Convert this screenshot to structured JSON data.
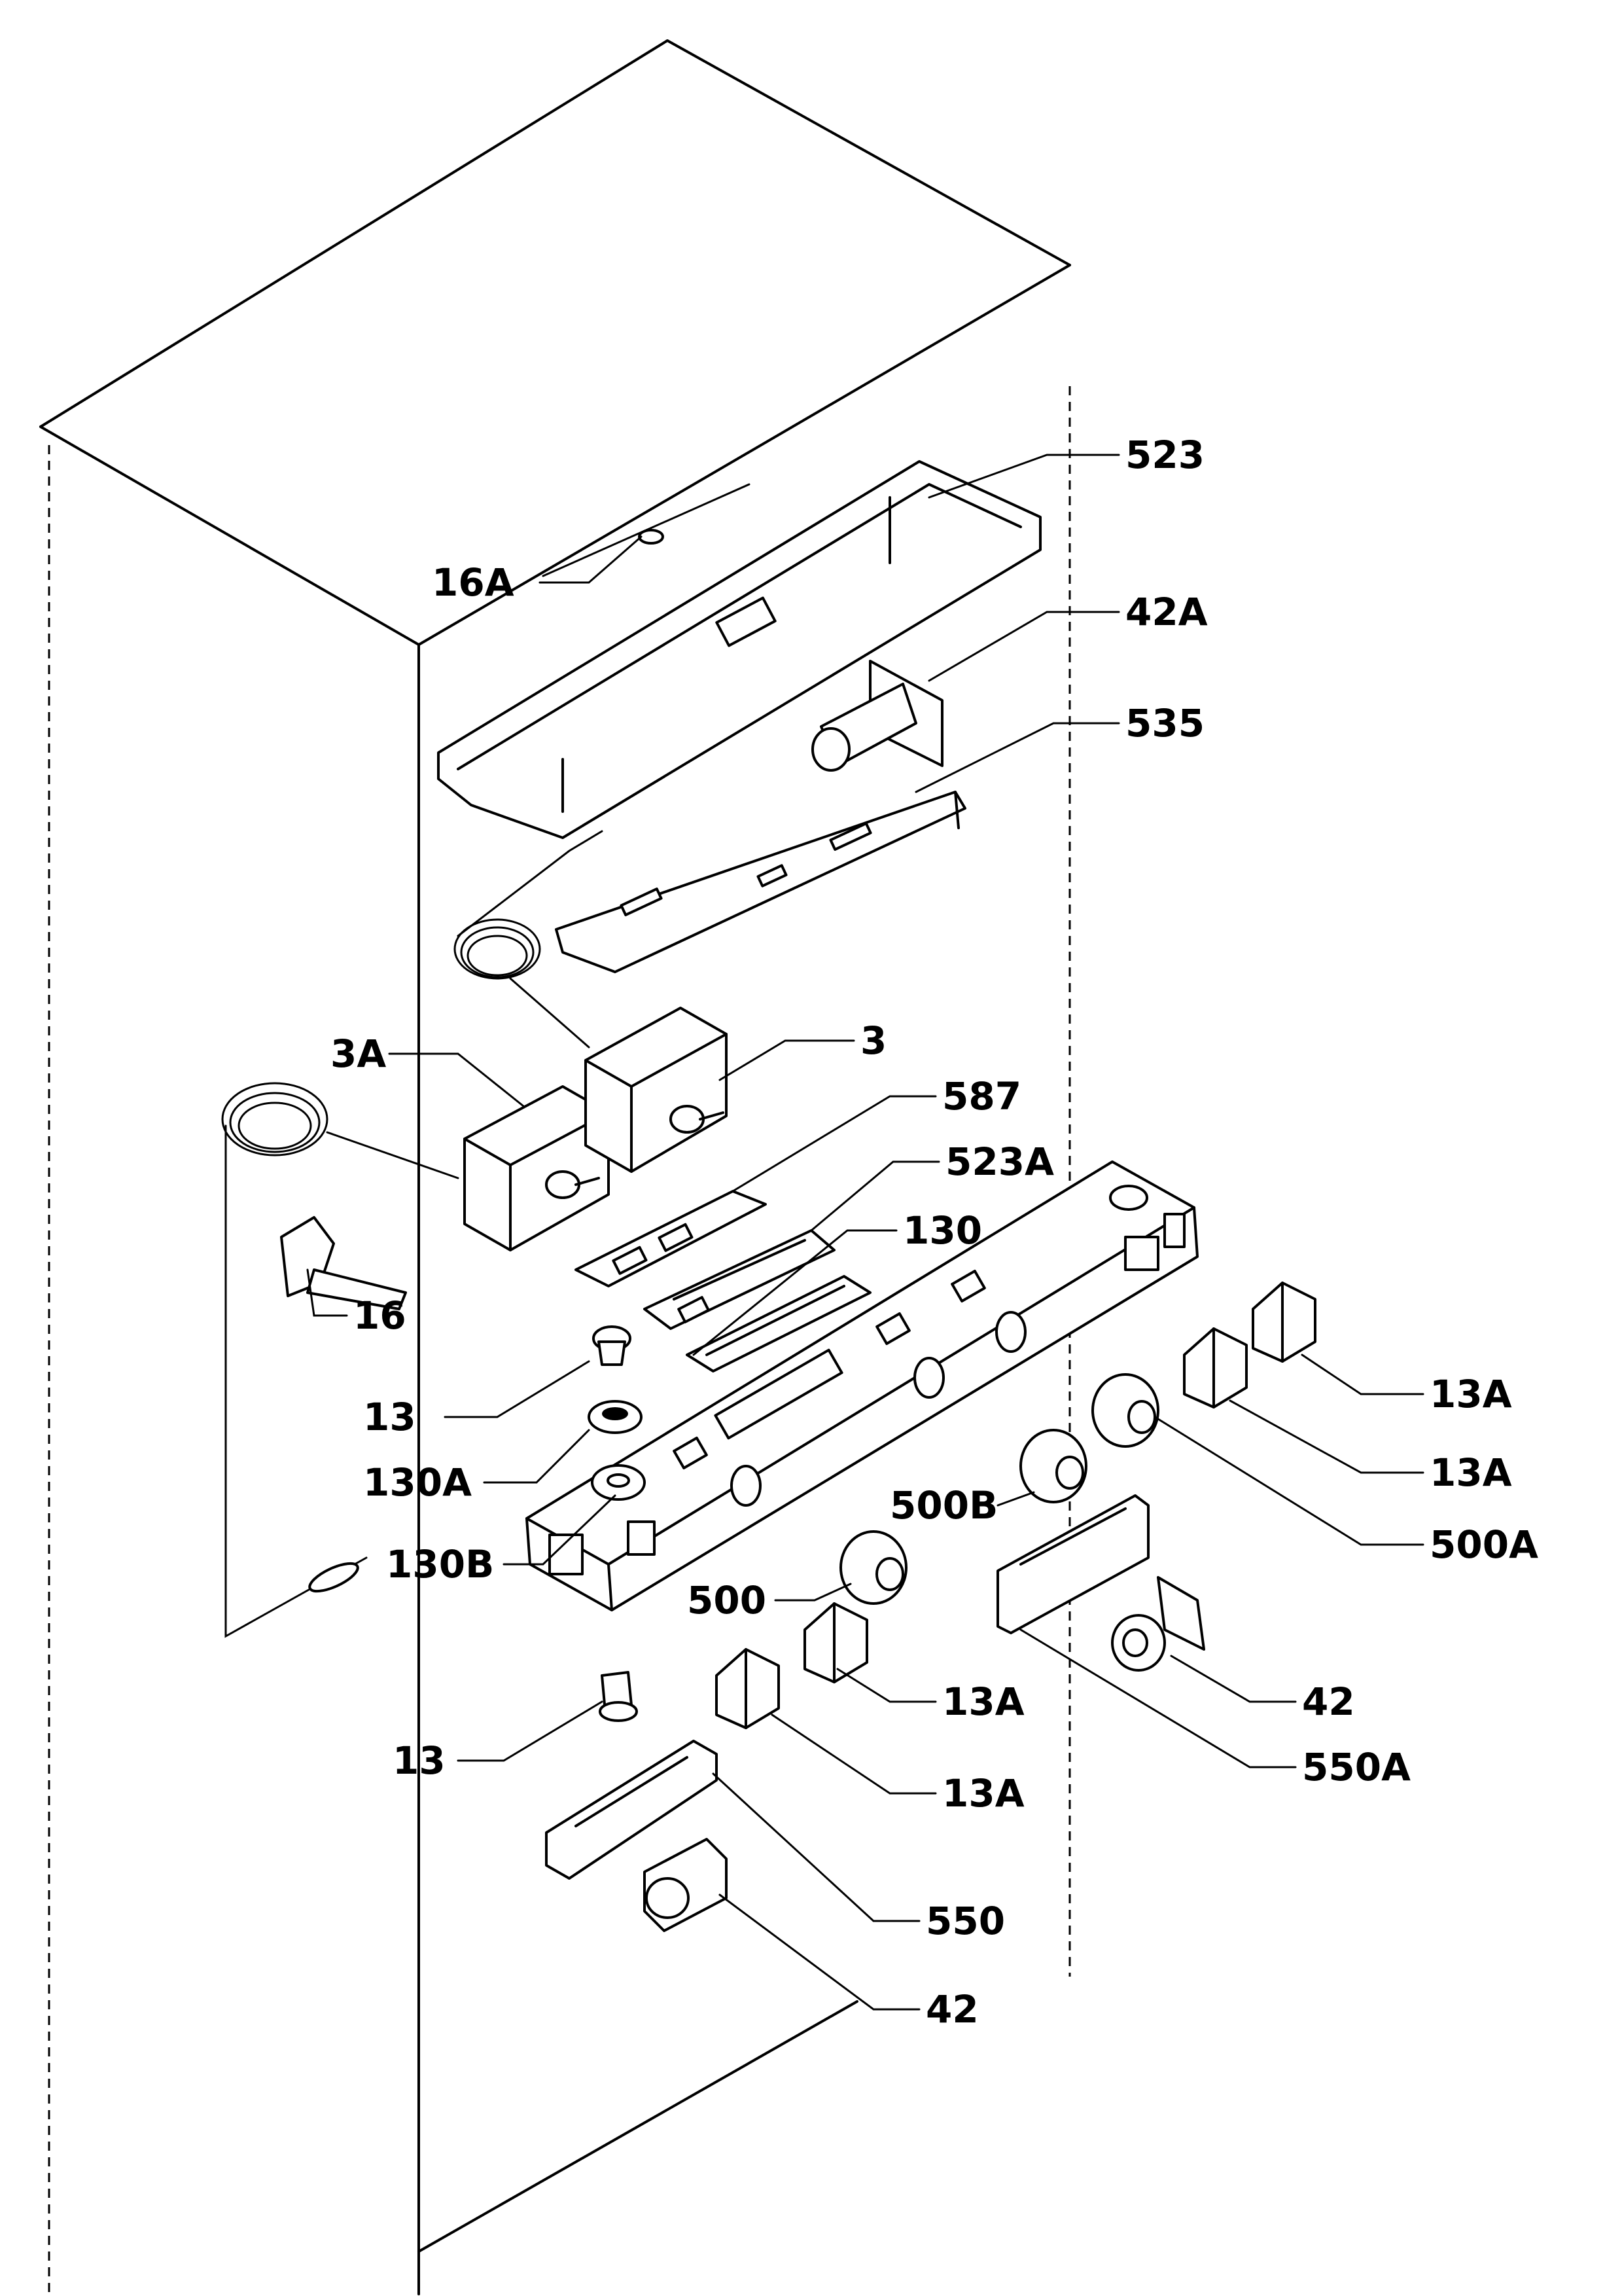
{
  "callouts": [
    {
      "id": "523",
      "text": "523"
    },
    {
      "id": "16A",
      "text": "16A"
    },
    {
      "id": "42A",
      "text": "42A"
    },
    {
      "id": "535",
      "text": "535"
    },
    {
      "id": "3A",
      "text": "3A"
    },
    {
      "id": "3",
      "text": "3"
    },
    {
      "id": "587",
      "text": "587"
    },
    {
      "id": "523A",
      "text": "523A"
    },
    {
      "id": "130",
      "text": "130"
    },
    {
      "id": "16",
      "text": "16"
    },
    {
      "id": "13a",
      "text": "13"
    },
    {
      "id": "130A",
      "text": "130A"
    },
    {
      "id": "130B",
      "text": "130B"
    },
    {
      "id": "13A-r1",
      "text": "13A"
    },
    {
      "id": "13A-r2",
      "text": "13A"
    },
    {
      "id": "500A",
      "text": "500A"
    },
    {
      "id": "500B",
      "text": "500B"
    },
    {
      "id": "500",
      "text": "500"
    },
    {
      "id": "13A-c1",
      "text": "13A"
    },
    {
      "id": "13A-c2",
      "text": "13A"
    },
    {
      "id": "42r",
      "text": "42"
    },
    {
      "id": "550A",
      "text": "550A"
    },
    {
      "id": "13b",
      "text": "13"
    },
    {
      "id": "550",
      "text": "550"
    },
    {
      "id": "42b",
      "text": "42"
    }
  ]
}
